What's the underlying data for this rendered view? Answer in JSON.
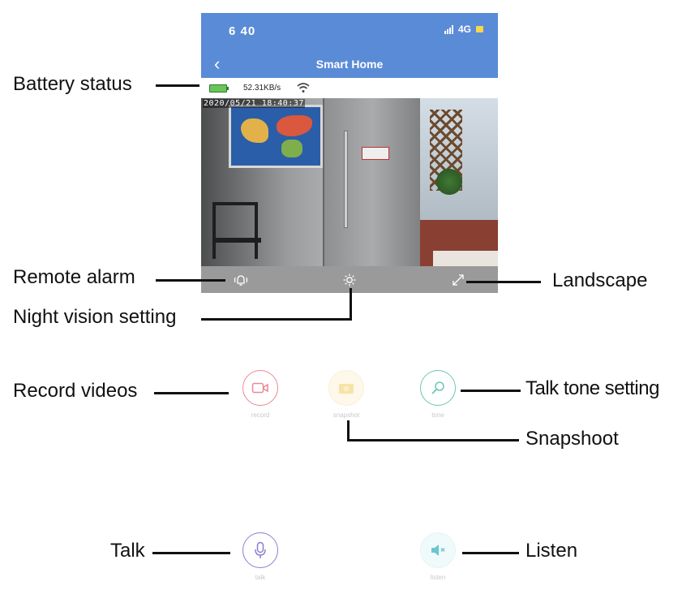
{
  "app": {
    "status_time": "6 40",
    "network": "4G",
    "title": "Smart Home",
    "speed": "52.31KB/s",
    "timestamp": "2020/05/21 18:40:37"
  },
  "buttons": {
    "record_caption": "record",
    "snapshot_caption": "snapshot",
    "tone_caption": "tone",
    "talk_caption": "talk",
    "listen_caption": "listen"
  },
  "callouts": {
    "battery_status": "Battery status",
    "remote_alarm": "Remote alarm",
    "night_vision": "Night vision setting",
    "landscape": "Landscape",
    "record_videos": "Record videos",
    "talk_tone": "Talk tone setting",
    "snapshoot": "Snapshoot",
    "talk": "Talk",
    "listen": "Listen"
  },
  "colors": {
    "header": "#5a8bd6",
    "record": "#e88a94",
    "snapshot": "#f1d98a",
    "tone": "#6cc6b7",
    "talk": "#8a7fd0",
    "listen": "#6cc6cf",
    "battery": "#69c45a"
  }
}
